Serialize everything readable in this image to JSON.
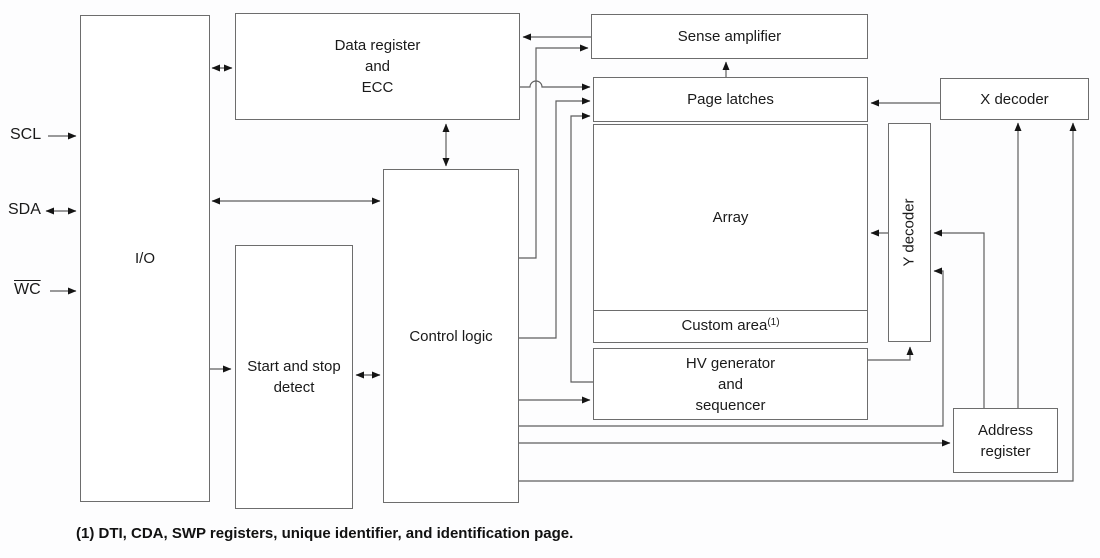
{
  "signals": {
    "scl": "SCL",
    "sda": "SDA",
    "wc": "WC"
  },
  "blocks": {
    "io": {
      "label": "I/O"
    },
    "data_register": {
      "label": "Data register\nand\nECC"
    },
    "start_stop": {
      "label": "Start and stop\ndetect"
    },
    "control_logic": {
      "label": "Control logic"
    },
    "sense_amplifier": {
      "label": "Sense amplifier"
    },
    "page_latches": {
      "label": "Page latches"
    },
    "array": {
      "label": "Array"
    },
    "custom_area": {
      "label": "Custom area",
      "sup": "(1)"
    },
    "hv_generator": {
      "label": "HV generator\nand\nsequencer"
    },
    "x_decoder": {
      "label": "X decoder"
    },
    "y_decoder": {
      "label": "Y decoder"
    },
    "address_register": {
      "label": "Address\nregister"
    }
  },
  "footnote": "(1) DTI, CDA, SWP registers, unique identifier, and identification page.",
  "colors": {
    "line": "#5e5e5e",
    "arrow": "#141414",
    "box_border": "#6d6d6d",
    "text": "#1a1a1a",
    "background": "#fdfdfe"
  }
}
